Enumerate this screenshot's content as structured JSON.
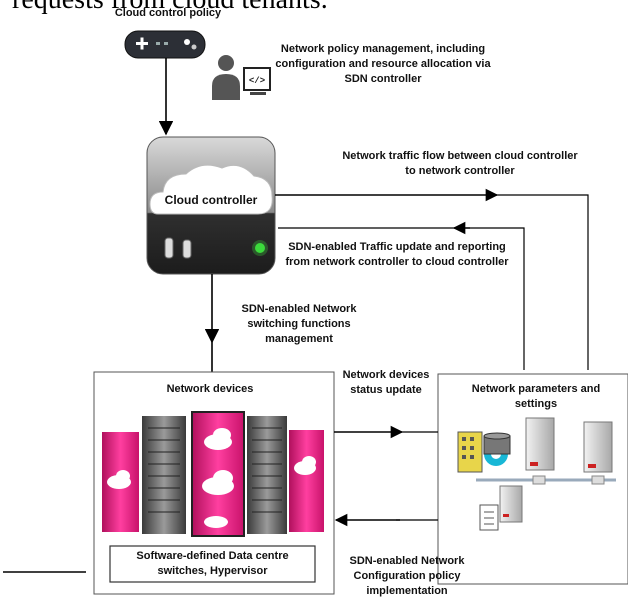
{
  "page_text": {
    "cropped_heading": "requests from cloud tenants."
  },
  "labels": {
    "cloud_control_policy": "Cloud control policy",
    "policy_management": "Network policy management, including configuration and resource allocation via SDN controller",
    "traffic_flow": "Network traffic flow between cloud controller to network controller",
    "cloud_controller": "Cloud controller",
    "traffic_update": "SDN-enabled Traffic update and reporting from network controller to cloud controller",
    "switching_management": "SDN-enabled Network switching functions management",
    "network_devices": "Network devices",
    "devices_status": "Network devices status update",
    "network_parameters": "Network parameters and settings",
    "data_centre_switches": "Software-defined Data centre switches, Hypervisor",
    "config_policy": "SDN-enabled Network Configuration policy implementation"
  },
  "icons": {
    "gamepad": "gamepad-icon",
    "admin": "admin-coder-icon",
    "controller": "cloud-controller-box-icon",
    "servers": "server-rack-icon",
    "network": "network-servers-icon"
  },
  "colors": {
    "rack_pink": "#e8157a",
    "led_green": "#3ddc3d",
    "gear_cyan": "#18b7d6",
    "building_yellow": "#e8d54a"
  }
}
